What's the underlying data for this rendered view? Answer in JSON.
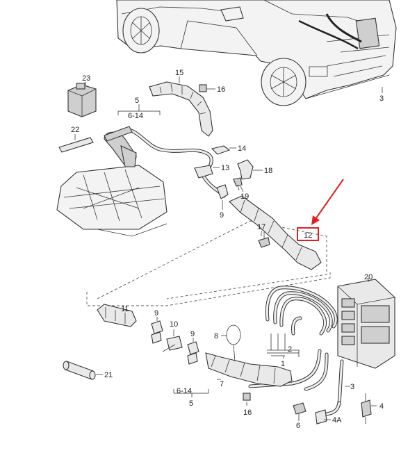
{
  "labels": {
    "l23": "23",
    "l15": "15",
    "l16a": "16",
    "l5a": "5",
    "l614a": "6-14",
    "l22": "22",
    "l14": "14",
    "l13": "13",
    "l18": "18",
    "l19": "19",
    "l9a": "9",
    "l3a": "3",
    "l12": "12",
    "l17": "17",
    "l20": "20",
    "l11": "11",
    "l9b": "9",
    "l10": "10",
    "l9c": "9",
    "l8": "8",
    "l2": "2",
    "l1": "1",
    "l21": "21",
    "l7": "7",
    "l614b": "6-14",
    "l5b": "5",
    "l16b": "16",
    "l3b": "3",
    "l4": "4",
    "l6": "6",
    "l4a": "4A"
  },
  "highlight": {
    "part": "12",
    "box_color": "#e0201c",
    "arrow_color": "#e0201c"
  }
}
